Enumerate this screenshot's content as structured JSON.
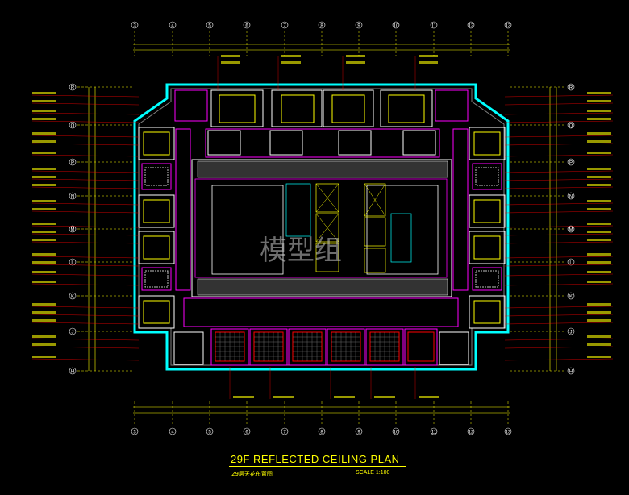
{
  "title": {
    "main": "29F REFLECTED CEILING PLAN",
    "sub": "29层天花布置图",
    "scale": "SCALE   1:100"
  },
  "watermark": "模型组",
  "grid": {
    "columns": [
      "3",
      "4",
      "5",
      "6",
      "7",
      "8",
      "9",
      "10",
      "11",
      "12",
      "13"
    ],
    "rows": [
      "R",
      "Q",
      "P",
      "N",
      "M",
      "L",
      "K",
      "J",
      "H"
    ]
  },
  "colors": {
    "background": "#000000",
    "grid_line": "#ffff00",
    "grid_bubble": "#ffffff",
    "wall": "#00ffff",
    "partition": "#ff00ff",
    "room": "#ffffff",
    "ceiling": "#ff0000",
    "pattern": "#c0c0c0",
    "label": "#ffff00"
  }
}
